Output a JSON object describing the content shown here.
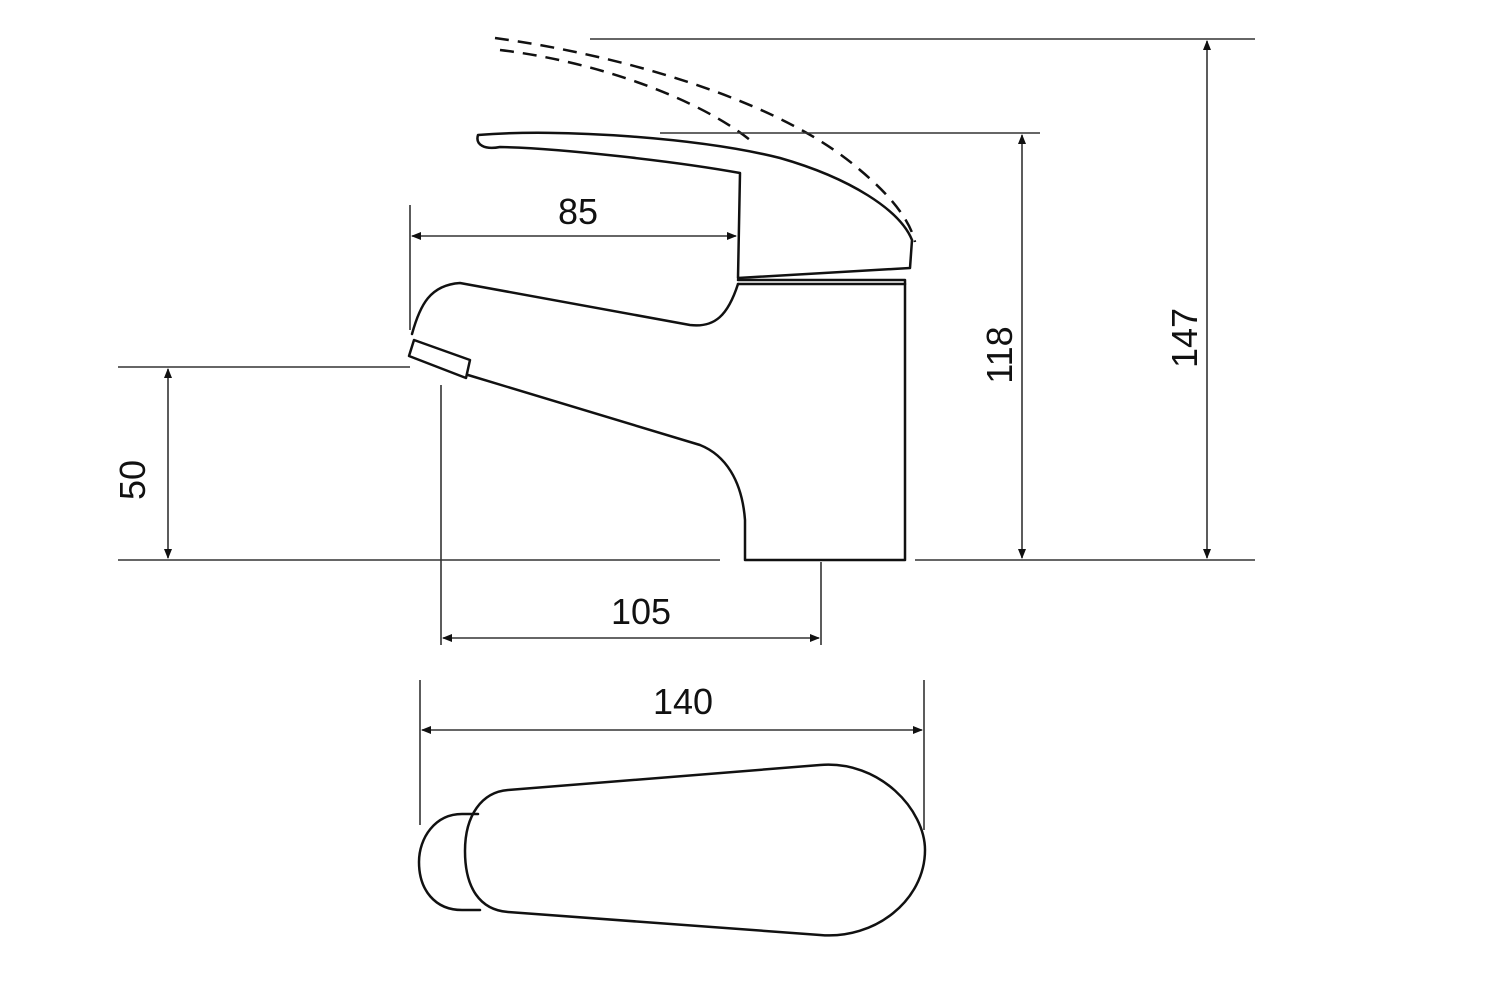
{
  "drawing": {
    "subject": "faucet",
    "dimensions": {
      "overall_height_lever_raised": "147",
      "overall_height": "118",
      "spout_height": "50",
      "lever_reach": "85",
      "spout_reach": "105",
      "top_view_length": "140"
    },
    "line_color": "#111111"
  }
}
